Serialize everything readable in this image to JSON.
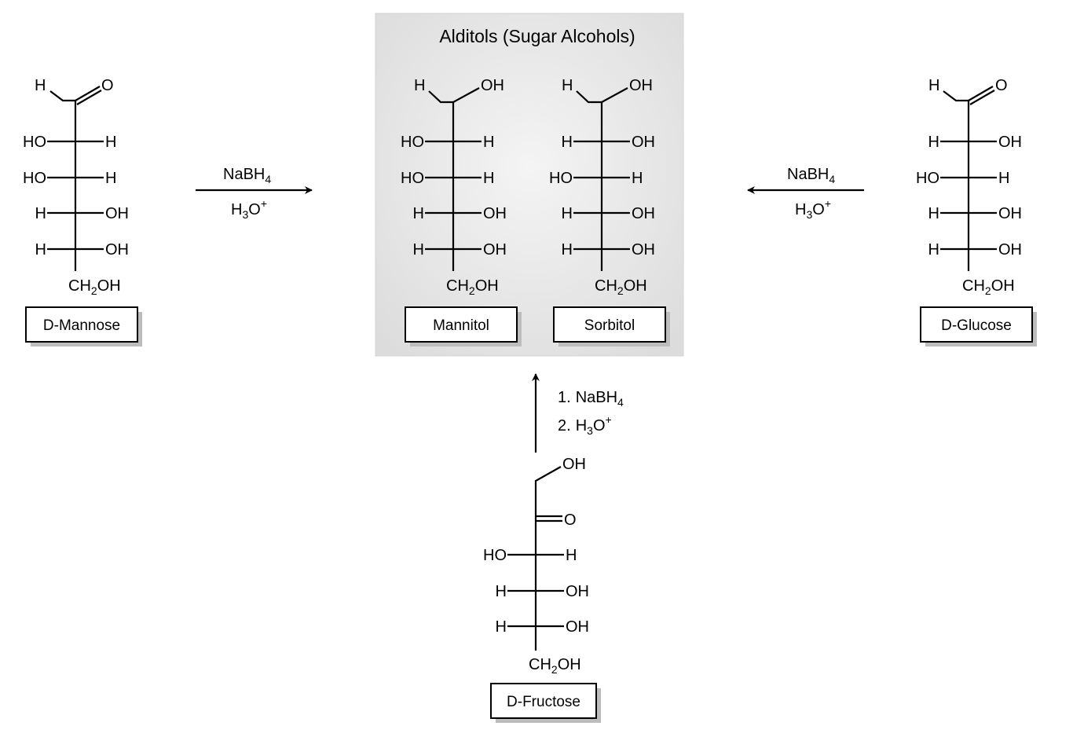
{
  "panel": {
    "title": "Alditols (Sugar Alcohols)"
  },
  "molecules": {
    "mannose": {
      "name": "D-Mannose",
      "top": {
        "h": "H",
        "o": "O"
      },
      "rows": [
        {
          "left": "HO",
          "right": "H"
        },
        {
          "left": "HO",
          "right": "H"
        },
        {
          "left": "H",
          "right": "OH"
        },
        {
          "left": "H",
          "right": "OH"
        }
      ],
      "bottom": {
        "ch": "CH",
        "sub": "2",
        "oh": "OH"
      }
    },
    "mannitol": {
      "name": "Mannitol",
      "top": {
        "h": "H",
        "oh": "OH"
      },
      "rows": [
        {
          "left": "HO",
          "right": "H"
        },
        {
          "left": "HO",
          "right": "H"
        },
        {
          "left": "H",
          "right": "OH"
        },
        {
          "left": "H",
          "right": "OH"
        }
      ],
      "bottom": {
        "ch": "CH",
        "sub": "2",
        "oh": "OH"
      }
    },
    "sorbitol": {
      "name": "Sorbitol",
      "top": {
        "h": "H",
        "oh": "OH"
      },
      "rows": [
        {
          "left": "H",
          "right": "OH"
        },
        {
          "left": "HO",
          "right": "H"
        },
        {
          "left": "H",
          "right": "OH"
        },
        {
          "left": "H",
          "right": "OH"
        }
      ],
      "bottom": {
        "ch": "CH",
        "sub": "2",
        "oh": "OH"
      }
    },
    "glucose": {
      "name": "D-Glucose",
      "top": {
        "h": "H",
        "o": "O"
      },
      "rows": [
        {
          "left": "H",
          "right": "OH"
        },
        {
          "left": "HO",
          "right": "H"
        },
        {
          "left": "H",
          "right": "OH"
        },
        {
          "left": "H",
          "right": "OH"
        }
      ],
      "bottom": {
        "ch": "CH",
        "sub": "2",
        "oh": "OH"
      }
    },
    "fructose": {
      "name": "D-Fructose",
      "top": {
        "oh": "OH",
        "o": "O"
      },
      "rows": [
        {
          "left": "HO",
          "right": "H"
        },
        {
          "left": "H",
          "right": "OH"
        },
        {
          "left": "H",
          "right": "OH"
        }
      ],
      "bottom": {
        "ch": "CH",
        "sub": "2",
        "oh": "OH"
      }
    }
  },
  "reactions": {
    "left": {
      "reagent": "NaBH",
      "reagent_sub": "4",
      "acid": "H",
      "acid_sub": "3",
      "acid_tail": "O",
      "acid_sup": "+"
    },
    "right": {
      "reagent": "NaBH",
      "reagent_sub": "4",
      "acid": "H",
      "acid_sub": "3",
      "acid_tail": "O",
      "acid_sup": "+"
    },
    "bottom": {
      "step1_num": "1.",
      "reagent": "NaBH",
      "reagent_sub": "4",
      "step2_num": "2.",
      "acid": "H",
      "acid_sub": "3",
      "acid_tail": "O",
      "acid_sup": "+"
    }
  },
  "colors": {
    "panel_bg": "#e6e6e6",
    "panel_edge": "#cfcfcf",
    "ink": "#000000",
    "shadow": "#bdbdbd"
  }
}
